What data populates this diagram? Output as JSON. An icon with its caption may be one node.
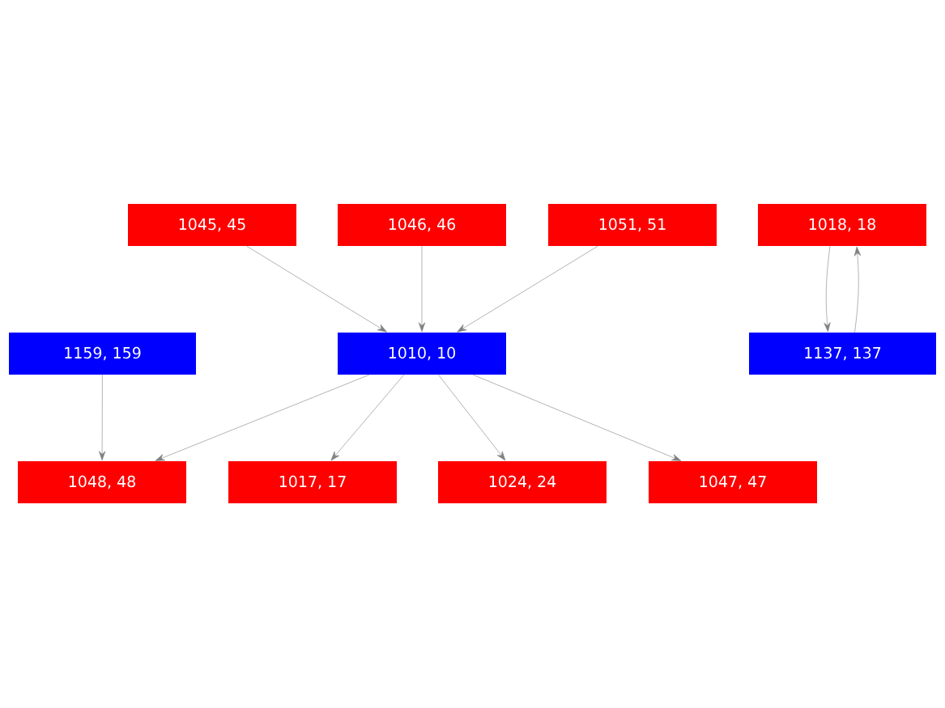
{
  "diagram": {
    "nodes": [
      {
        "text": [
          "1045, 45"
        ]
      },
      {
        "text": [
          "1046, 46"
        ]
      },
      {
        "text": [
          "1051, 51"
        ]
      },
      {
        "text": [
          "1018, 18"
        ]
      },
      {
        "text": [
          "1159, 159"
        ]
      },
      {
        "text": [
          "1010, 10"
        ]
      },
      {
        "text": [
          "1137, 137"
        ]
      },
      {
        "text": [
          "1048, 48"
        ]
      },
      {
        "text": [
          "1017, 17"
        ]
      },
      {
        "text": [
          "1024, 24"
        ]
      },
      {
        "text": [
          "1047, 47"
        ]
      }
    ],
    "edges": [
      {
        "from": 0,
        "to": 5,
        "arrow": "to"
      },
      {
        "from": 1,
        "to": 5,
        "arrow": "to"
      },
      {
        "from": 2,
        "to": 5,
        "arrow": "to"
      },
      {
        "from": 3,
        "to": 6,
        "arrow": "to"
      },
      {
        "from": 6,
        "to": 3,
        "arrow": "to"
      },
      {
        "from": 4,
        "to": 7,
        "arrow": "to"
      },
      {
        "from": 5,
        "to": 7,
        "arrow": "to"
      },
      {
        "from": 5,
        "to": 8,
        "arrow": "to"
      },
      {
        "from": 5,
        "to": 9,
        "arrow": "to"
      },
      {
        "from": 5,
        "to": 10,
        "arrow": "to"
      }
    ]
  }
}
